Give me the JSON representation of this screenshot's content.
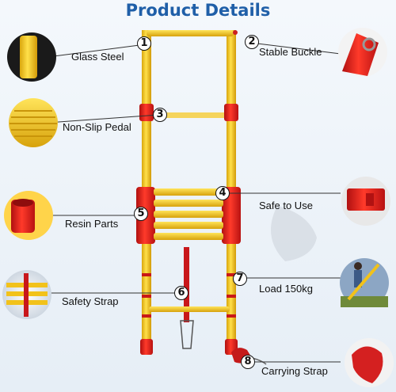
{
  "title": "Product Details",
  "callouts": [
    {
      "number": "1",
      "label": "Glass Steel"
    },
    {
      "number": "2",
      "label": "Stable Buckle"
    },
    {
      "number": "3",
      "label": "Non-Slip Pedal"
    },
    {
      "number": "4",
      "label": "Safe to Use"
    },
    {
      "number": "5",
      "label": "Resin Parts"
    },
    {
      "number": "6",
      "label": "Safety Strap"
    },
    {
      "number": "7",
      "label": "Load 150kg"
    },
    {
      "number": "8",
      "label": "Carrying Strap"
    }
  ],
  "colors": {
    "title": "#1f5fa8",
    "fiberglass_yellow": "#f2c21a",
    "resin_red": "#e02020",
    "background": "#eef3f9"
  }
}
